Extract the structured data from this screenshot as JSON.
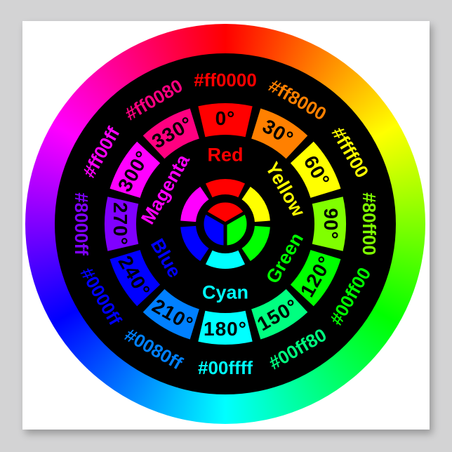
{
  "poster": {
    "page_background": "#d3d3d4",
    "background": "#ffffff"
  },
  "wheel": {
    "hues": [
      {
        "degree": "0°",
        "hex": "#ff0000"
      },
      {
        "degree": "30°",
        "hex": "#ff8000"
      },
      {
        "degree": "60°",
        "hex": "#ffff00"
      },
      {
        "degree": "90°",
        "hex": "#80ff00"
      },
      {
        "degree": "120°",
        "hex": "#00ff00"
      },
      {
        "degree": "150°",
        "hex": "#00ff80"
      },
      {
        "degree": "180°",
        "hex": "#00ffff"
      },
      {
        "degree": "210°",
        "hex": "#0080ff"
      },
      {
        "degree": "240°",
        "hex": "#0000ff"
      },
      {
        "degree": "270°",
        "hex": "#8000ff"
      },
      {
        "degree": "300°",
        "hex": "#ff00ff"
      },
      {
        "degree": "330°",
        "hex": "#ff0080"
      }
    ],
    "names": [
      {
        "label": "Red",
        "color": "#ff0000"
      },
      {
        "label": "Yellow",
        "color": "#ffff00"
      },
      {
        "label": "Green",
        "color": "#00ff00"
      },
      {
        "label": "Cyan",
        "color": "#00ffff"
      },
      {
        "label": "Blue",
        "color": "#0000ff"
      },
      {
        "label": "Magenta",
        "color": "#ff00ff"
      }
    ],
    "center": {
      "ring": [
        "#ff0000",
        "#ffff00",
        "#00ff00",
        "#00ffff",
        "#0000ff",
        "#ff00ff"
      ],
      "wedges": [
        {
          "name": "red",
          "hex": "#ff0000"
        },
        {
          "name": "green",
          "hex": "#00ff00"
        },
        {
          "name": "blue",
          "hex": "#0000ff"
        }
      ],
      "outline_color": "#000000"
    }
  }
}
